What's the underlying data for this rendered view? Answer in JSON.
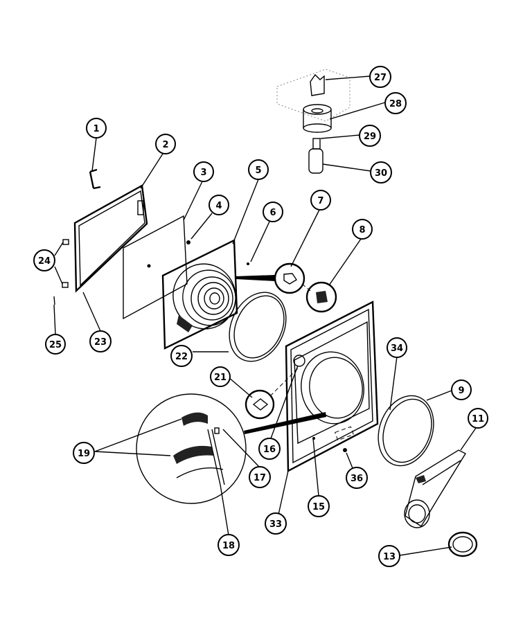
{
  "diagram": {
    "callouts": [
      {
        "id": "c1",
        "label": "1"
      },
      {
        "id": "c2",
        "label": "2"
      },
      {
        "id": "c3",
        "label": "3"
      },
      {
        "id": "c4",
        "label": "4"
      },
      {
        "id": "c5",
        "label": "5"
      },
      {
        "id": "c6",
        "label": "6"
      },
      {
        "id": "c7",
        "label": "7"
      },
      {
        "id": "c8",
        "label": "8"
      },
      {
        "id": "c9",
        "label": "9"
      },
      {
        "id": "c11",
        "label": "11"
      },
      {
        "id": "c13",
        "label": "13"
      },
      {
        "id": "c15",
        "label": "15"
      },
      {
        "id": "c16",
        "label": "16"
      },
      {
        "id": "c17",
        "label": "17"
      },
      {
        "id": "c18",
        "label": "18"
      },
      {
        "id": "c19",
        "label": "19"
      },
      {
        "id": "c21",
        "label": "21"
      },
      {
        "id": "c22",
        "label": "22"
      },
      {
        "id": "c23",
        "label": "23"
      },
      {
        "id": "c24",
        "label": "24"
      },
      {
        "id": "c25",
        "label": "25"
      },
      {
        "id": "c27",
        "label": "27"
      },
      {
        "id": "c28",
        "label": "28"
      },
      {
        "id": "c29",
        "label": "29"
      },
      {
        "id": "c30",
        "label": "30"
      },
      {
        "id": "c33",
        "label": "33"
      },
      {
        "id": "c34",
        "label": "34"
      },
      {
        "id": "c36",
        "label": "36"
      }
    ]
  }
}
